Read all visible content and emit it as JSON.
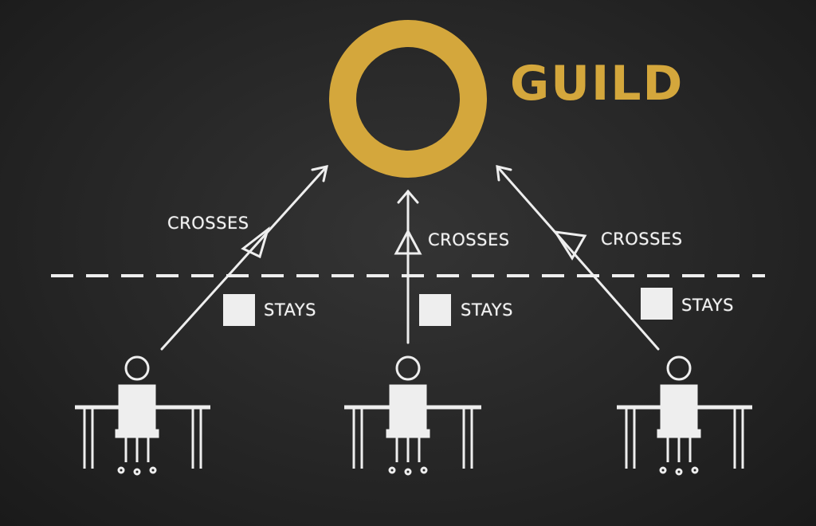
{
  "colors": {
    "chalk": "#eeeeee",
    "guild": "#d4a73c",
    "board": "#262626"
  },
  "guild": {
    "label": "GUILD"
  },
  "lanes": [
    {
      "crosses": "CROSSES",
      "stays": "STAYS"
    },
    {
      "crosses": "CROSSES",
      "stays": "STAYS"
    },
    {
      "crosses": "CROSSES",
      "stays": "STAYS"
    }
  ]
}
